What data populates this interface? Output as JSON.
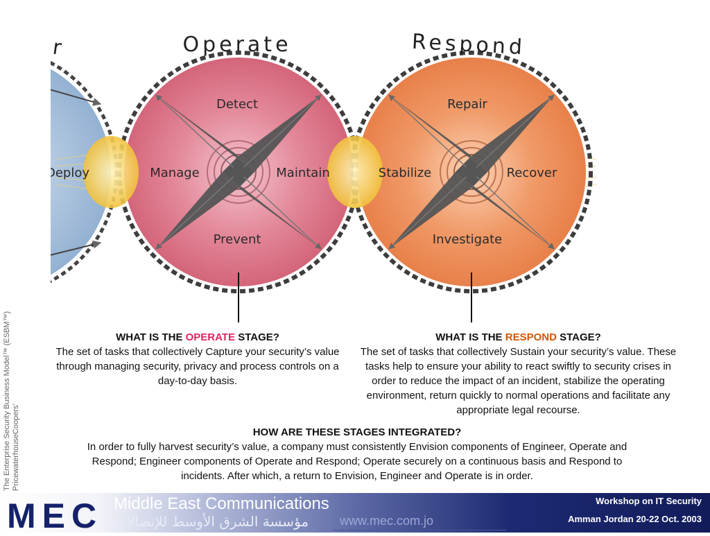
{
  "diagram": {
    "left_partial": {
      "stage_letter": "r",
      "labels": {
        "right": "Deploy"
      }
    },
    "operate": {
      "stage": "Operate",
      "labels": {
        "top": "Detect",
        "left": "Manage",
        "right": "Maintain",
        "bottom": "Prevent"
      },
      "color": "#d9697f"
    },
    "respond": {
      "stage": "Respond",
      "labels": {
        "top": "Repair",
        "left": "Stabilize",
        "right": "Recover",
        "bottom": "Investigate"
      },
      "color": "#ea8652"
    },
    "colors": {
      "left_circle": "#9cb8d6",
      "overlap": "#f4c742",
      "arrow": "#555555"
    }
  },
  "side_caption": {
    "line1": "The Enterprise Security Business Model™ (ESBM™)",
    "line2": "PricewaterhouseCoopers’"
  },
  "operate_qa": {
    "q_prefix": "WHAT IS THE ",
    "q_highlight": "OPERATE",
    "q_suffix": " STAGE?",
    "answer": "The set of tasks that collectively Capture your security’s value through managing security, privacy and process controls on a day-to-day basis.",
    "highlight_color": "#e0245e"
  },
  "respond_qa": {
    "q_prefix": "WHAT IS THE ",
    "q_highlight": "RESPOND",
    "q_suffix": " STAGE?",
    "answer": "The set of tasks that collectively Sustain your security’s value. These tasks help to ensure your ability to react swiftly to security crises in order to reduce the impact of an incident, stabilize the operating environment, return quickly to normal operations and facilitate any appropriate legal recourse.",
    "highlight_color": "#d35400"
  },
  "integrated_qa": {
    "question": "HOW ARE THESE STAGES INTEGRATED?",
    "answer": "In order to fully harvest security’s value, a company must consistently Envision components of Engineer, Operate and Respond; Engineer components of Operate and Respond; Operate securely on a continuous basis and Respond to incidents. After which, a return to Envision, Engineer and Operate is in order."
  },
  "footer": {
    "logo": "MEC",
    "company_en": "Middle East Communications",
    "company_ar": "مؤسسة الشرق الأوسط للإتصالات",
    "website": "www.mec.com.jo",
    "event_title": "Workshop on IT Security",
    "event_place": "Amman Jordan 20-22 Oct. 2003",
    "colors": {
      "logo": "#15226a",
      "bar_dark": "#121c5a"
    }
  }
}
